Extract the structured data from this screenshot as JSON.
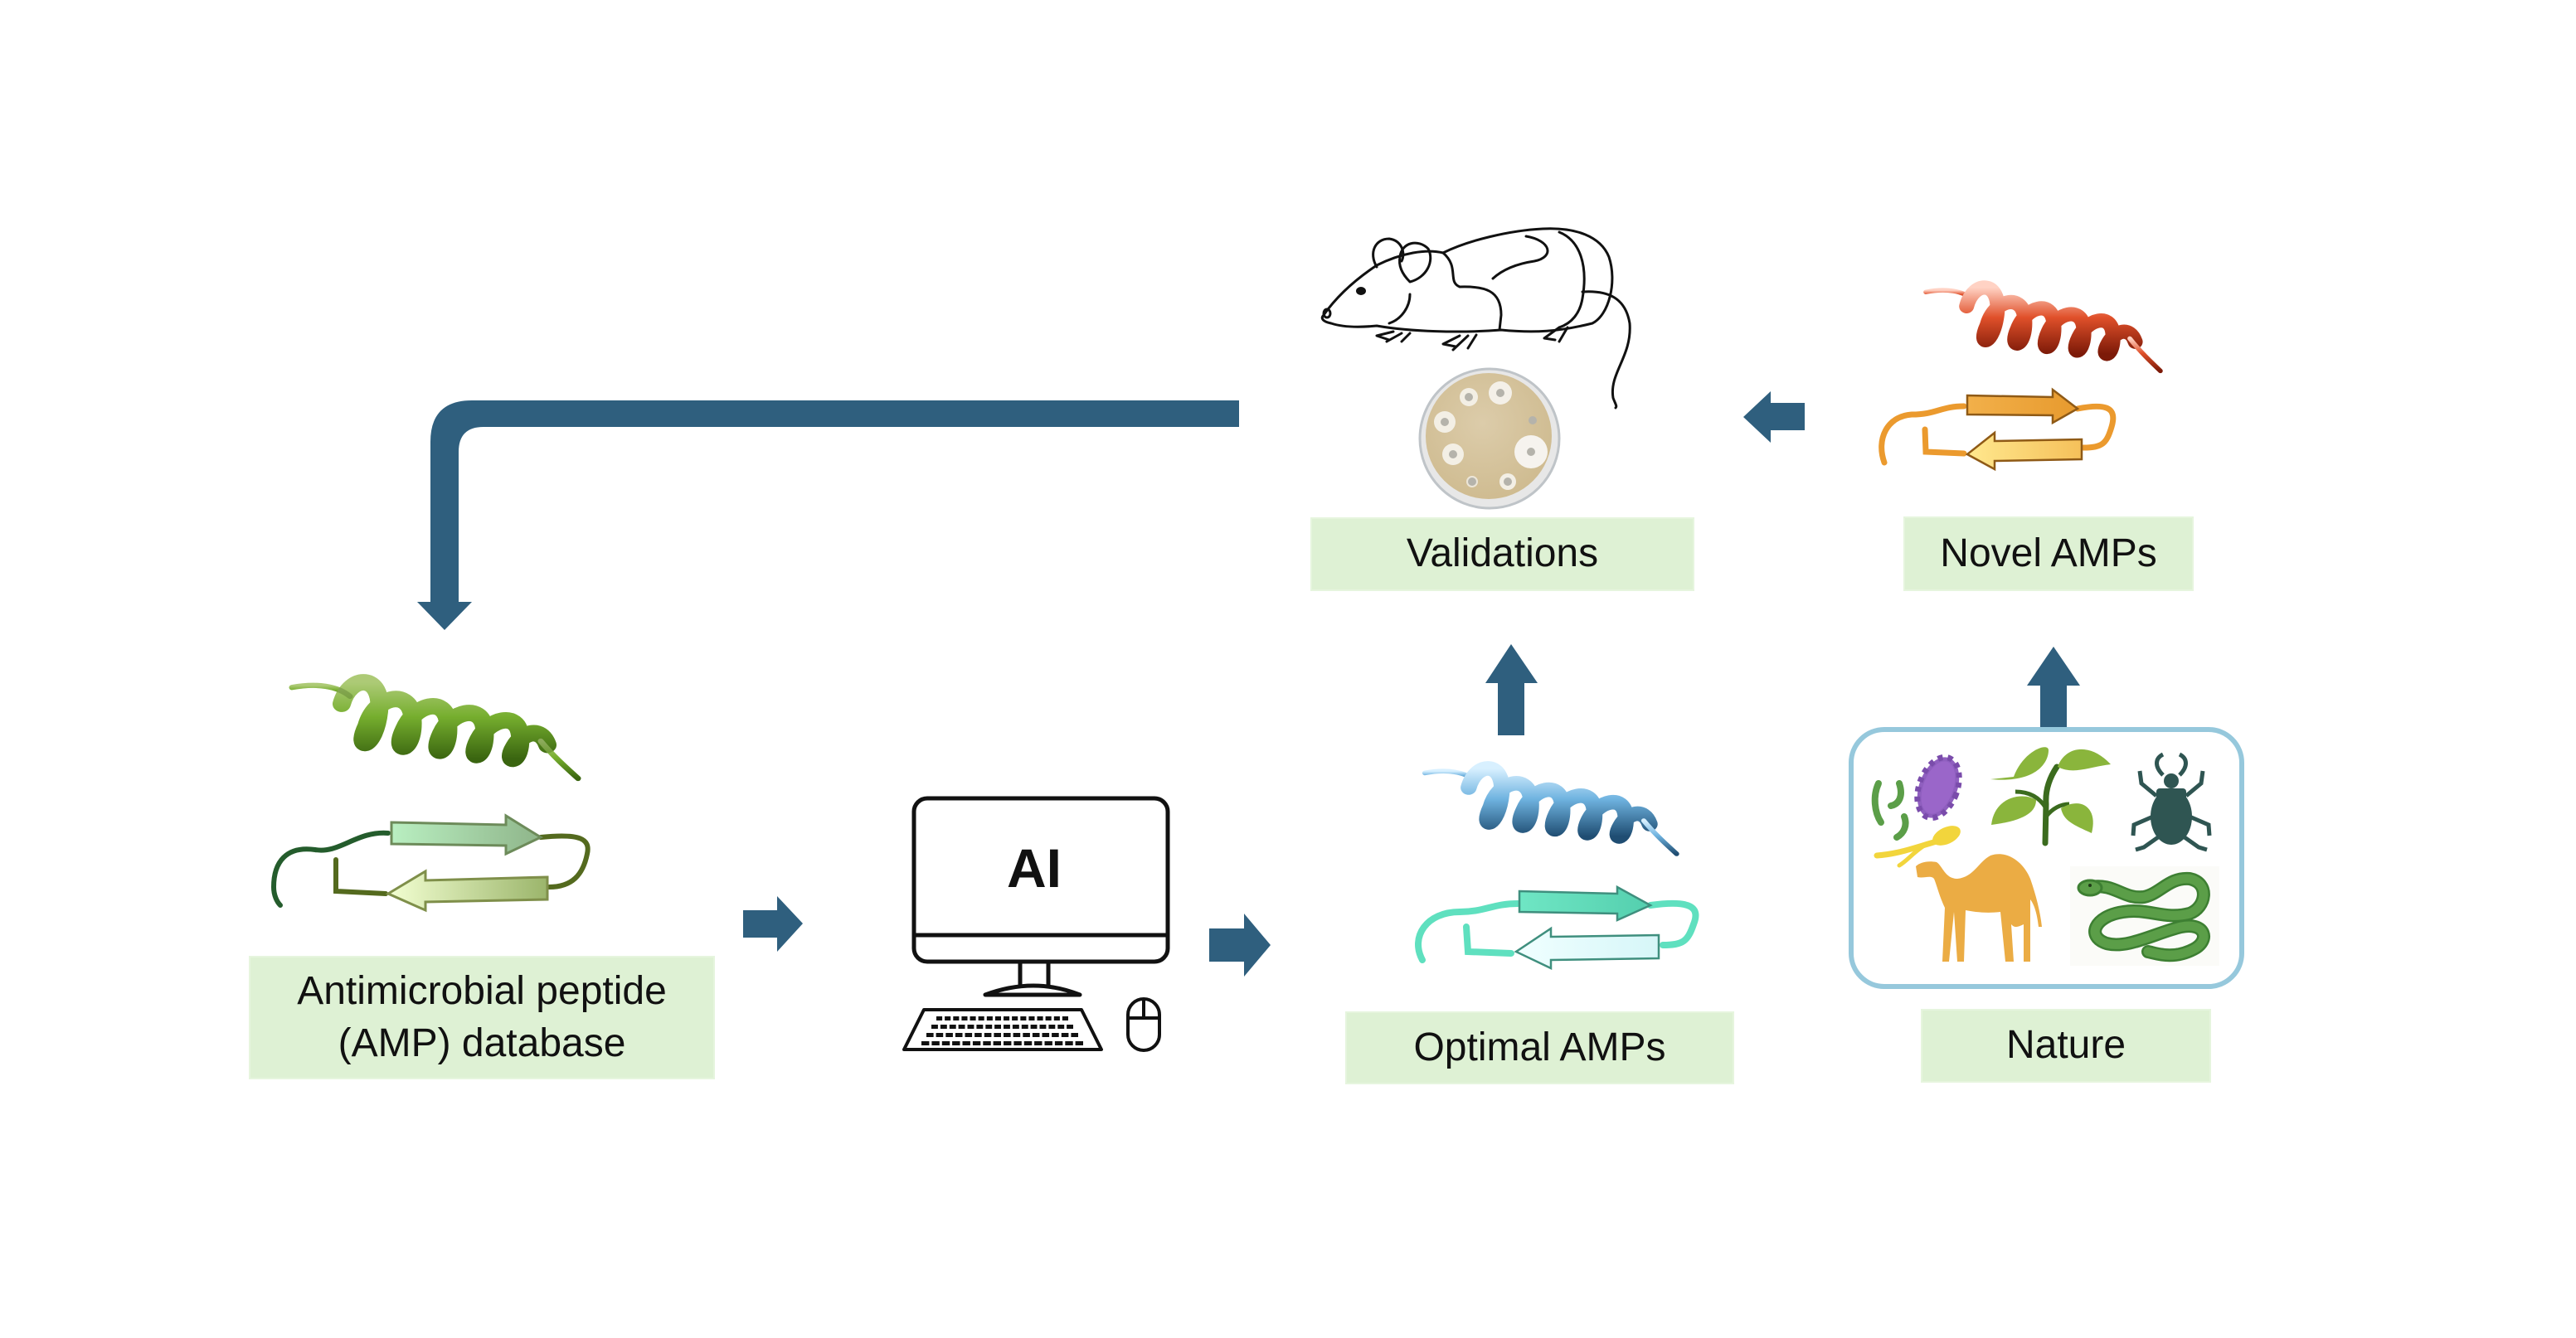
{
  "diagram": {
    "title": "AI-driven antimicrobial peptide discovery workflow",
    "theme_colors": {
      "arrow": "#2f5f7e",
      "label_fill": "#def1d4",
      "nature_frame": "#96c8dc",
      "helix_database": "#8fcf3a",
      "helix_optimal": "#5fa9d6",
      "helix_novel": "#d7431f",
      "sheet_optimal": "#5fe0bf",
      "sheet_novel": "#f0a638",
      "petri_agar": "#d8c7a0"
    },
    "nodes": [
      {
        "id": "database",
        "label_lines": [
          "Antimicrobial peptide",
          "(AMP) database"
        ],
        "icons": [
          "alpha-helix-icon",
          "beta-sheet-icon"
        ]
      },
      {
        "id": "ai",
        "label": "AI",
        "icons": [
          "computer-monitor-icon",
          "keyboard-icon",
          "mouse-icon"
        ]
      },
      {
        "id": "optimal",
        "label": "Optimal AMPs",
        "icons": [
          "alpha-helix-icon",
          "beta-sheet-icon"
        ]
      },
      {
        "id": "validations",
        "label": "Validations",
        "icons": [
          "lab-mouse-icon",
          "petri-dish-icon"
        ]
      },
      {
        "id": "novel",
        "label": "Novel AMPs",
        "icons": [
          "alpha-helix-icon",
          "beta-sheet-icon"
        ]
      },
      {
        "id": "nature",
        "label": "Nature",
        "icons": [
          "bacteria-icon",
          "virus-icon",
          "plant-icon",
          "beetle-icon",
          "fungus-spore-icon",
          "camel-icon",
          "snake-icon"
        ]
      }
    ],
    "edges": [
      {
        "from": "database",
        "to": "ai",
        "direction": "right"
      },
      {
        "from": "ai",
        "to": "optimal",
        "direction": "right"
      },
      {
        "from": "optimal",
        "to": "validations",
        "direction": "up"
      },
      {
        "from": "nature",
        "to": "novel",
        "direction": "up"
      },
      {
        "from": "novel",
        "to": "validations",
        "direction": "left"
      },
      {
        "from": "validations",
        "to": "database",
        "direction": "feedback-loop"
      }
    ]
  }
}
